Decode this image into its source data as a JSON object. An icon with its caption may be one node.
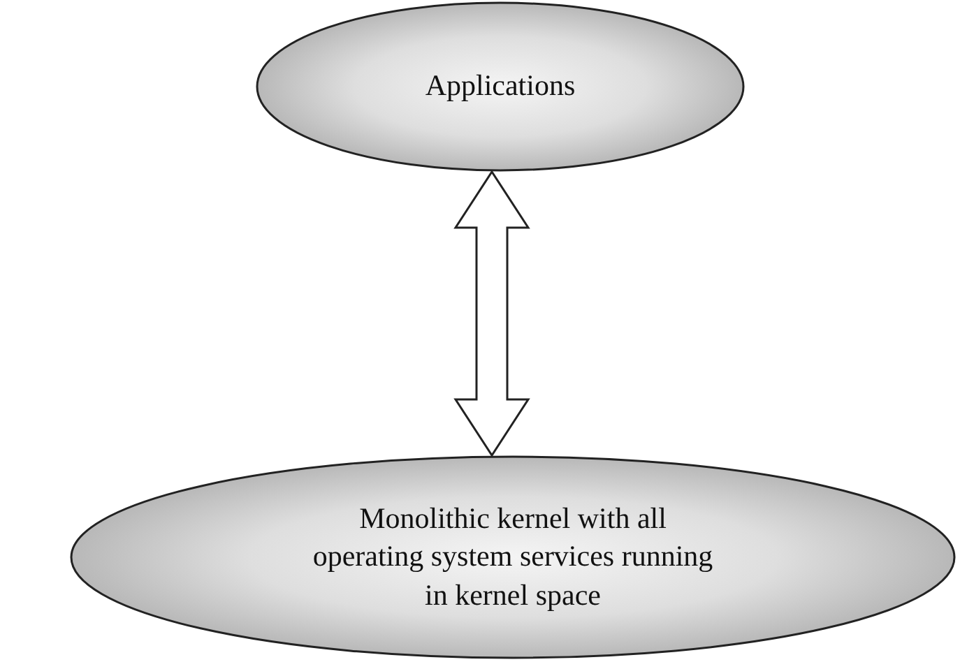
{
  "diagram": {
    "nodes": [
      {
        "text": [
          "Applications"
        ]
      },
      {
        "text": [
          "Monolithic kernel with all operating system services running in kernel space"
        ]
      }
    ],
    "edges": [
      {
        "from": 0,
        "to": 1,
        "arrow": "both"
      }
    ]
  }
}
